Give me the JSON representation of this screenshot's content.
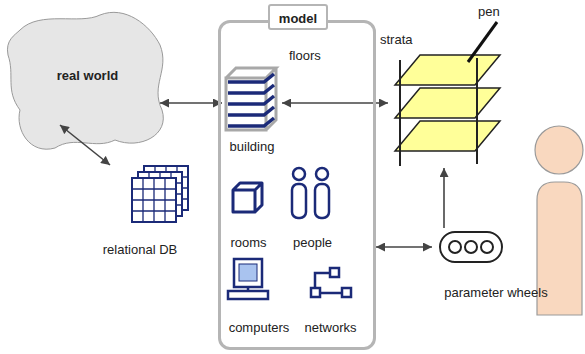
{
  "diagram": {
    "nodes": [
      {
        "text": [
          "real world"
        ]
      },
      {
        "text": [
          "relational DB"
        ]
      },
      {
        "text": [
          "model"
        ]
      },
      {
        "text": [
          "building",
          "floors"
        ],
        "in": 2
      },
      {
        "text": [
          "rooms"
        ],
        "in": 2
      },
      {
        "text": [
          "people"
        ],
        "in": 2
      },
      {
        "text": [
          "computers"
        ],
        "in": 2
      },
      {
        "text": [
          "networks"
        ],
        "in": 2
      },
      {
        "text": [
          "strata"
        ]
      },
      {
        "text": [
          "parameter wheels"
        ]
      }
    ],
    "edges": [
      {
        "from": 0,
        "to": 3,
        "arrow": "both"
      },
      {
        "from": 0,
        "to": 1,
        "arrow": "both"
      },
      {
        "from": 3,
        "to": 8,
        "arrow": "both"
      },
      {
        "from": 2,
        "to": 9,
        "arrow": "both"
      },
      {
        "from": 9,
        "to": 8,
        "arrow": "to"
      }
    ],
    "labels": [
      "pen"
    ]
  }
}
